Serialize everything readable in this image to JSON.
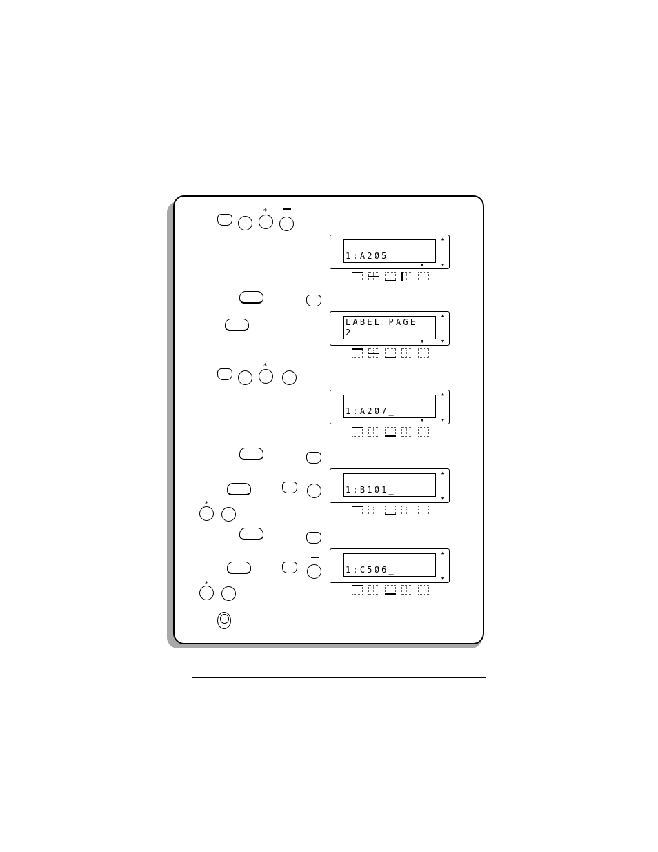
{
  "displays": [
    {
      "line1": "",
      "line2": "1:A2Ø5"
    },
    {
      "line1": "LABEL PAGE",
      "line2": "2"
    },
    {
      "line1": "",
      "line2": "1:A2Ø7_"
    },
    {
      "line1": "",
      "line2": "1:B1Ø1_"
    },
    {
      "line1": "",
      "line2": "1:C5Ø6_"
    }
  ],
  "scroll_icons": {
    "up": "up-triangle-icon",
    "down": "down-triangle-icon"
  },
  "key_marks": {
    "star": "*"
  }
}
